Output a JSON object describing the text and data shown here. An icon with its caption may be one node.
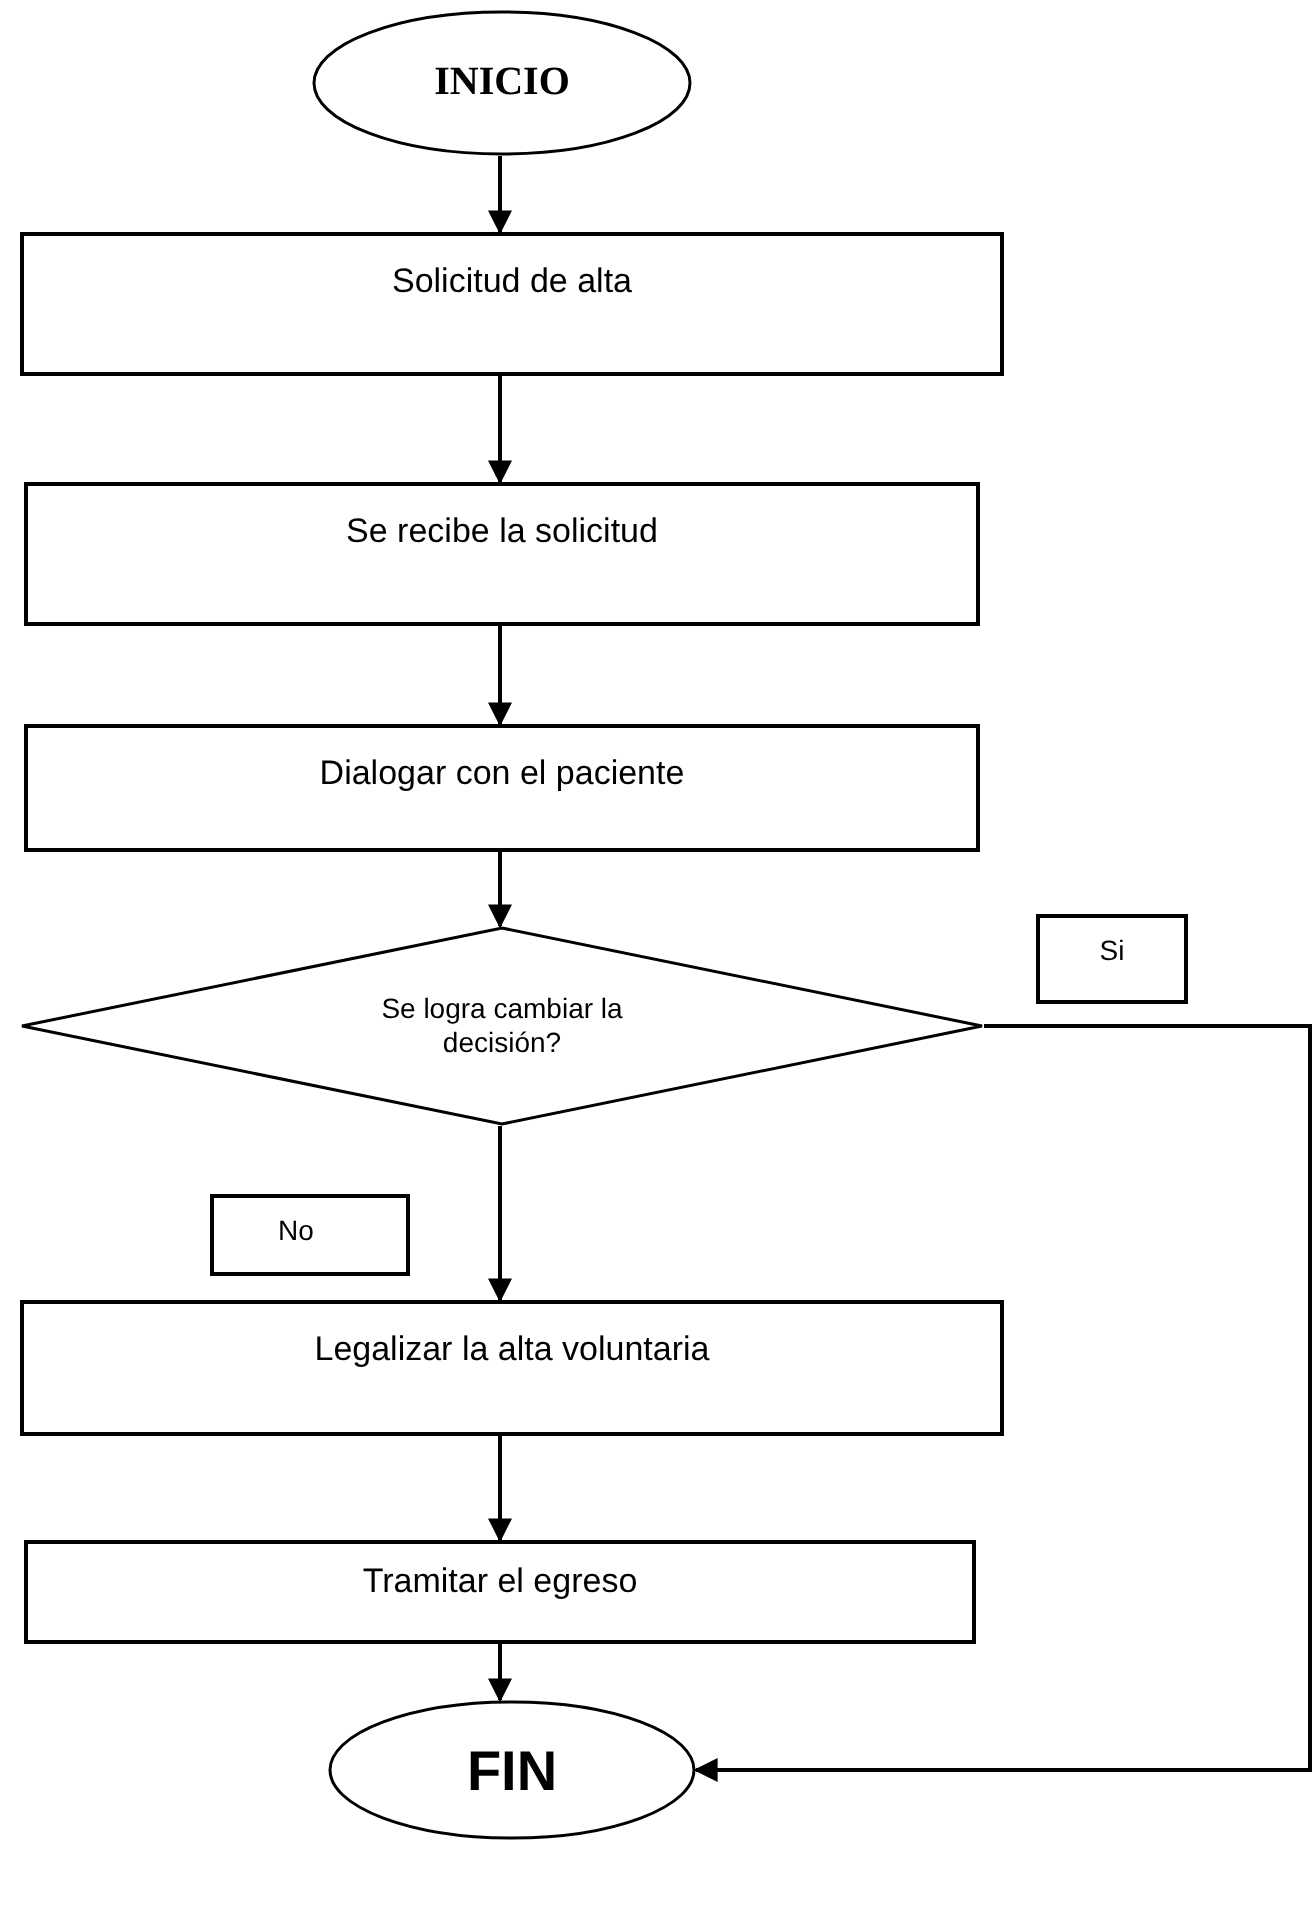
{
  "diagram": {
    "nodes": [
      {
        "text": [
          "INICIO"
        ]
      },
      {
        "text": [
          "Solicitud de alta"
        ]
      },
      {
        "text": [
          "Se recibe la solicitud"
        ]
      },
      {
        "text": [
          "Dialogar con el paciente"
        ]
      },
      {
        "text": [
          "Se logra cambiar la decisión?"
        ]
      },
      {
        "text": [
          "Si"
        ]
      },
      {
        "text": [
          "No"
        ]
      },
      {
        "text": [
          "Legalizar la alta voluntaria"
        ]
      },
      {
        "text": [
          "Tramitar el egreso"
        ]
      },
      {
        "text": [
          "FIN"
        ]
      }
    ],
    "edges": [
      {
        "from": 0,
        "to": 1,
        "arrow": "to"
      },
      {
        "from": 1,
        "to": 2,
        "arrow": "to"
      },
      {
        "from": 2,
        "to": 3,
        "arrow": "to"
      },
      {
        "from": 3,
        "to": 4,
        "arrow": "to"
      },
      {
        "from": 4,
        "to": 7,
        "arrow": "to"
      },
      {
        "from": 7,
        "to": 8,
        "arrow": "to"
      },
      {
        "from": 8,
        "to": 9,
        "arrow": "to"
      },
      {
        "from": 4,
        "to": 9,
        "arrow": "to"
      }
    ]
  }
}
